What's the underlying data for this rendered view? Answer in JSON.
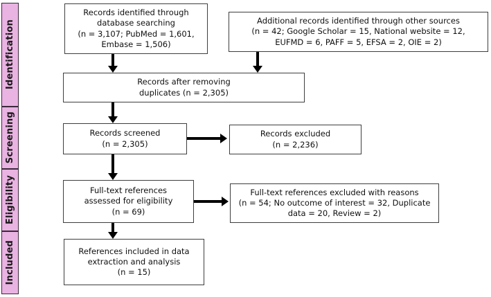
{
  "diagram": {
    "type": "prisma-flow-diagram",
    "accent_color": "#e9b3e2",
    "line_color": "#000000",
    "box_border_color": "#3d3d3d",
    "stages": [
      {
        "id": "identification",
        "label": "Identification"
      },
      {
        "id": "screening",
        "label": "Screening"
      },
      {
        "id": "eligibility",
        "label": "Eligibility"
      },
      {
        "id": "included",
        "label": "Included"
      }
    ],
    "boxes": {
      "records_identified": {
        "lines": [
          "Records identified through",
          "database searching",
          "(n = 3,107; PubMed = 1,601,",
          "Embase = 1,506)"
        ]
      },
      "additional_records": {
        "lines": [
          "Additional records identified through other sources",
          "(n = 42; Google Scholar = 15, National website = 12,",
          "EUFMD = 6, PAFF = 5, EFSA = 2, OIE = 2)"
        ]
      },
      "after_duplicates": {
        "lines": [
          "Records after removing",
          "duplicates (n = 2,305)"
        ]
      },
      "records_screened": {
        "lines": [
          "Records screened",
          "(n = 2,305)"
        ]
      },
      "records_excluded": {
        "lines": [
          "Records excluded",
          "(n = 2,236)"
        ]
      },
      "fulltext_assessed": {
        "lines": [
          "Full-text references",
          "assessed for eligibility",
          "(n = 69)"
        ]
      },
      "fulltext_excluded": {
        "lines": [
          "Full-text references excluded with reasons",
          "(n = 54; No outcome of interest = 32, Duplicate",
          "data = 20, Review = 2)"
        ]
      },
      "references_included": {
        "lines": [
          "References included in data",
          "extraction and analysis",
          "(n = 15)"
        ]
      }
    }
  }
}
